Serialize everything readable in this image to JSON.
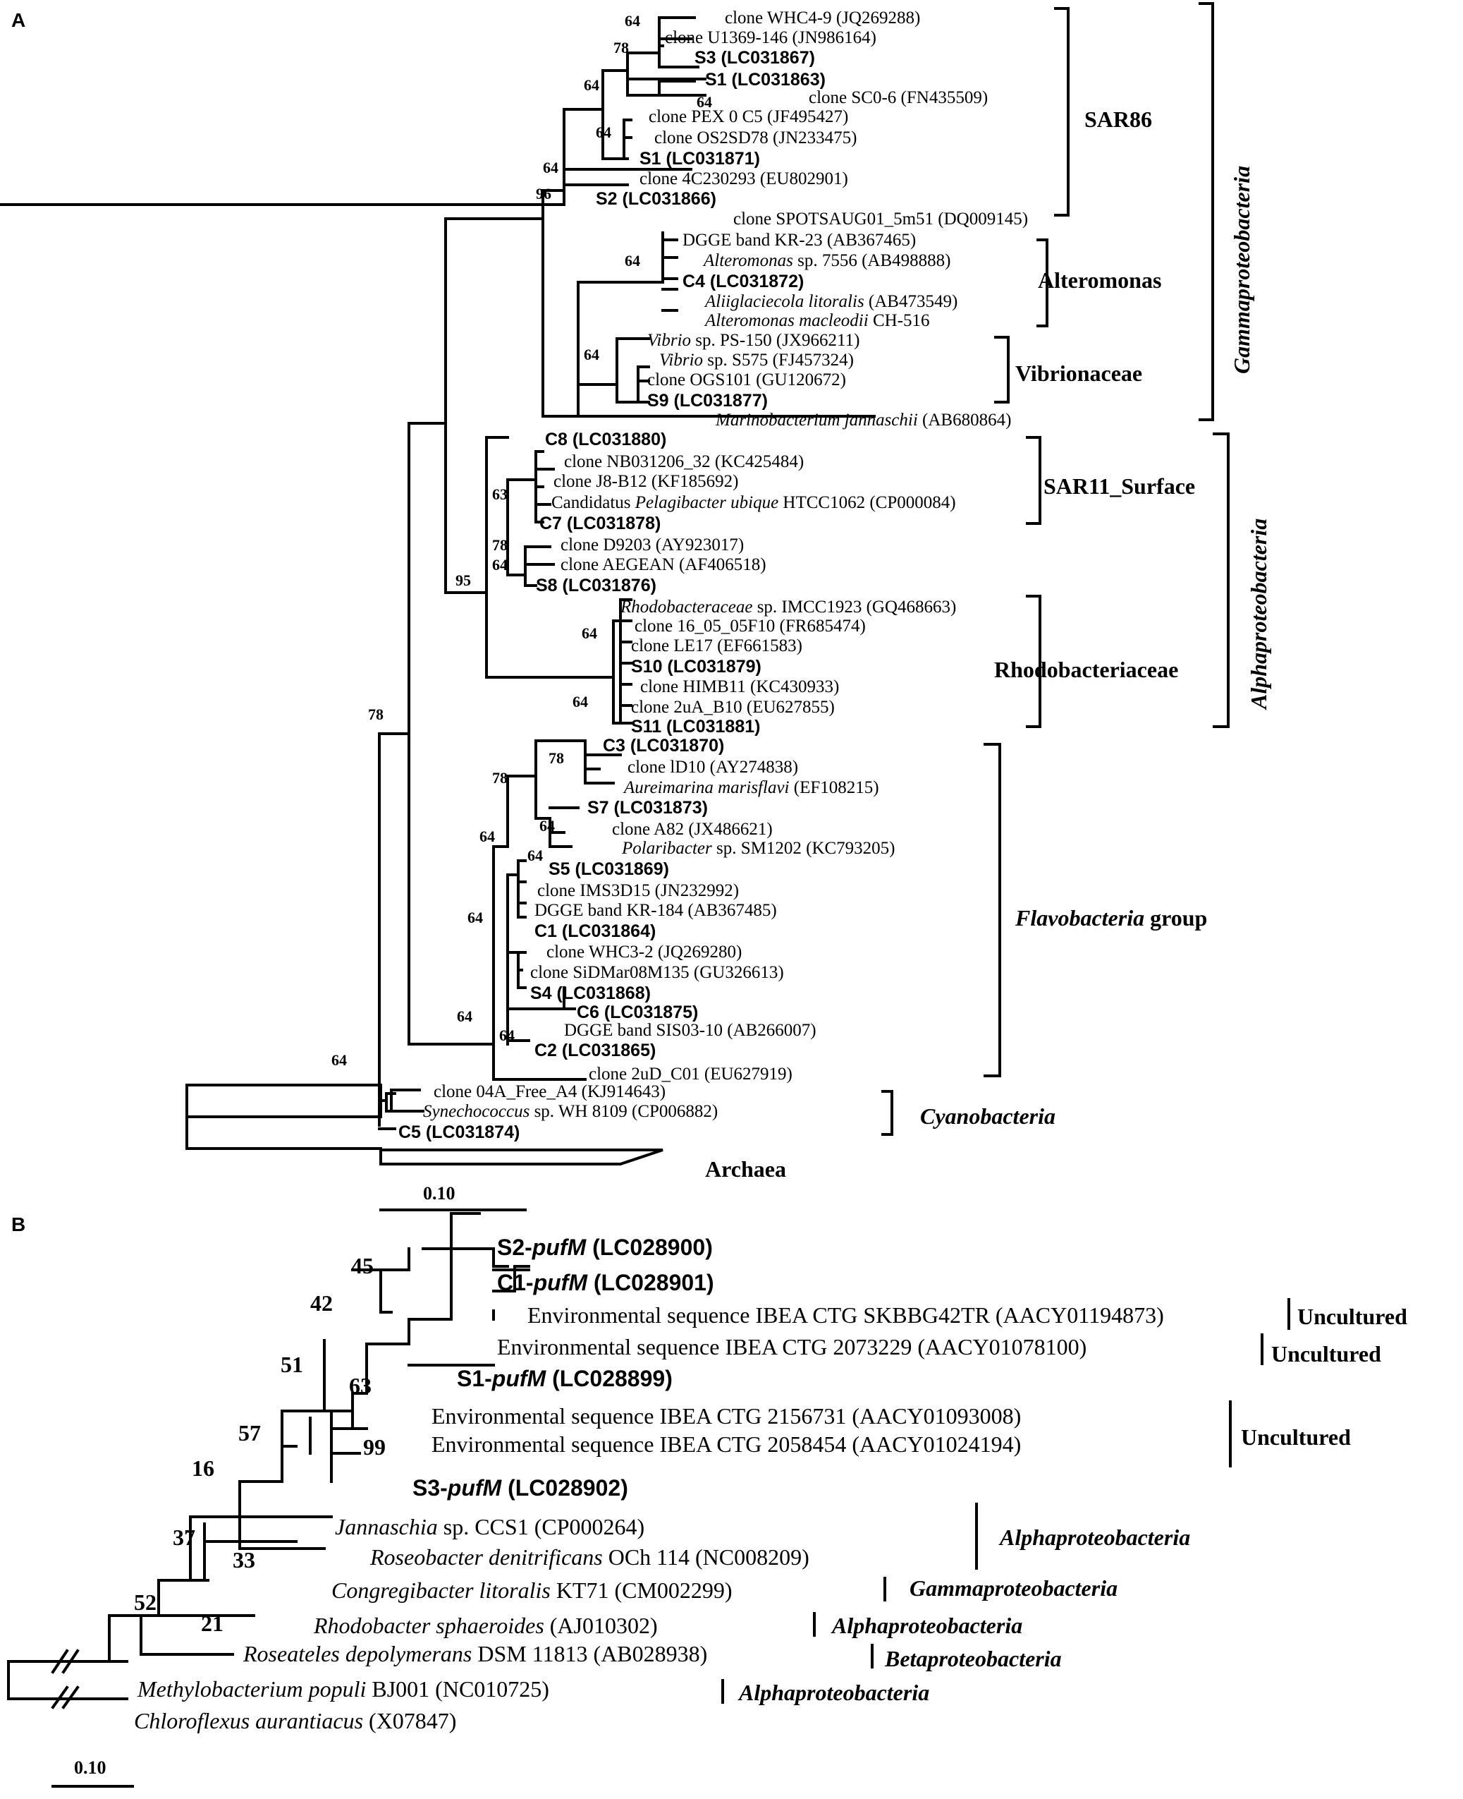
{
  "panel_a": {
    "label": "A",
    "scale_label": "0.10",
    "taxa": {
      "wch49": "clone WHC4-9 (JQ269288)",
      "u1369": "clone U1369-146 (JN986164)",
      "s3": "S3 (LC031867)",
      "s1a": "S1 (LC031863)",
      "sc06": "clone SC0-6 (FN435509)",
      "pex": "clone PEX 0 C5 (JF495427)",
      "os2": "clone OS2SD78 (JN233475)",
      "s1b": "S1 (LC031871)",
      "c4c": "clone 4C230293 (EU802901)",
      "s2": "S2 (LC031866)",
      "spots": "clone SPOTSAUG01_5m51 (DQ009145)",
      "kr23": "DGGE band KR-23 (AB367465)",
      "alt7556_i": "Alteromonas",
      "alt7556": " sp. 7556 (AB498888)",
      "c4": "C4 (LC031872)",
      "alii_i": "Aliiglaciecola litoralis",
      "alii": " (AB473549)",
      "altmac_i": "Alteromonas macleodii",
      "altmac": " CH-516",
      "vps_i": "Vibrio",
      "vps": " sp. PS-150 (JX966211)",
      "vs575_i": "Vibrio",
      "vs575": " sp. S575 (FJ457324)",
      "ogs": "clone OGS101 (GU120672)",
      "s9": "S9 (LC031877)",
      "marino_i": "Marinobacterium jannaschii",
      "marino": " (AB680864)",
      "c8": "C8 (LC031880)",
      "nb03": "clone NB031206_32 (KC425484)",
      "j8": "clone J8-B12 (KF185692)",
      "cand_a": "Candidatus ",
      "cand_i": "Pelagibacter ubique",
      "cand_b": " HTCC1062 (CP000084)",
      "c7": "C7 (LC031878)",
      "d9203": "clone D9203 (AY923017)",
      "aegean": "clone AEGEAN (AF406518)",
      "s8": "S8 (LC031876)",
      "rhodo_i": "Rhodobacteraceae",
      "rhodo": " sp. IMCC1923 (GQ468663)",
      "c16": "clone 16_05_05F10 (FR685474)",
      "le17": "clone LE17 (EF661583)",
      "s10": "S10 (LC031879)",
      "himb": "clone HIMB11 (KC430933)",
      "c2ua": "clone 2uA_B10 (EU627855)",
      "s11": "S11 (LC031881)",
      "c3": "C3 (LC031870)",
      "ld10": "clone lD10 (AY274838)",
      "aurei_i": "Aureimarina marisflavi",
      "aurei": " (EF108215)",
      "s7": "S7 (LC031873)",
      "a82": "clone A82 (JX486621)",
      "polari_i": "Polaribacter",
      "polari": " sp. SM1202 (KC793205)",
      "s5": "S5 (LC031869)",
      "ims": "clone IMS3D15 (JN232992)",
      "kr184": "DGGE band KR-184 (AB367485)",
      "c1": "C1 (LC031864)",
      "whc32": "clone WHC3-2 (JQ269280)",
      "sidm": "clone SiDMar08M135 (GU326613)",
      "s4": "S4 (LC031868)",
      "c6": "C6 (LC031875)",
      "sis": "DGGE band SIS03-10 (AB266007)",
      "c2": "C2 (LC031865)",
      "c2ud": "clone 2uD_C01 (EU627919)",
      "c04a": "clone 04A_Free_A4 (KJ914643)",
      "syn_i": "Synechococcus",
      "syn": " sp. WH 8109 (CP006882)",
      "c5": "C5 (LC031874)",
      "archaea": "Archaea"
    },
    "groups": {
      "sar86": "SAR86",
      "alteromonas": "Alteromonas",
      "vibrionaceae": "Vibrionaceae",
      "sar11": "SAR11_Surface",
      "rhodobacteriaceae": "Rhodobacteriaceae",
      "flavo_i": "Flavobacteria",
      "flavo": " group",
      "cyano": "Cyanobacteria",
      "gamma": "Gammaproteobacteria",
      "alpha": "Alphaproteobacteria"
    },
    "bootstrap": [
      "64",
      "78",
      "64",
      "64",
      "64",
      "96",
      "64",
      "64",
      "64",
      "95",
      "63",
      "78",
      "64",
      "64",
      "64",
      "78",
      "78",
      "64",
      "64",
      "64",
      "64",
      "64",
      "64",
      "78",
      "64"
    ]
  },
  "panel_b": {
    "label": "B",
    "scale_label": "0.10",
    "taxa": {
      "s2_a": "S2-",
      "s2_i": "pufM",
      "s2_b": " (LC028900)",
      "c1_a": "C1-",
      "c1_i": "pufM",
      "c1_b": " (LC028901)",
      "skbbg": "Environmental sequence IBEA CTG SKBBG42TR (AACY01194873)",
      "e2073": "Environmental sequence IBEA CTG 2073229 (AACY01078100)",
      "s1_a": "S1-",
      "s1_i": "pufM",
      "s1_b": " (LC028899)",
      "e2156": "Environmental sequence IBEA CTG 2156731 (AACY01093008)",
      "e2058": "Environmental sequence IBEA CTG 2058454 (AACY01024194)",
      "s3_a": "S3-",
      "s3_i": "pufM",
      "s3_b": " (LC028902)",
      "jann_i": "Jannaschia",
      "jann": " sp. CCS1 (CP000264)",
      "roseo_i": "Roseobacter denitrificans",
      "roseo": " OCh 114 (NC008209)",
      "congre_i": "Congregibacter litoralis",
      "congre": " KT71 (CM002299)",
      "rhodob_i": "Rhodobacter sphaeroides",
      "rhodob": " (AJ010302)",
      "roseat_i": "Roseateles depolymerans",
      "roseat": " DSM 11813 (AB028938)",
      "methyl_i": "Methylobacterium populi",
      "methyl": " BJ001 (NC010725)",
      "chloro_i": "Chloroflexus aurantiacus",
      "chloro": " (X07847)"
    },
    "groups": {
      "uncultured1": "Uncultured",
      "uncultured2": "Uncultured",
      "uncultured3": "Uncultured",
      "alpha1": "Alphaproteobacteria",
      "gamma": "Gammaproteobacteria",
      "alpha2": "Alphaproteobacteria",
      "beta": "Betaproteobacteria",
      "alpha3": "Alphaproteobacteria"
    },
    "bootstrap": [
      "45",
      "42",
      "51",
      "63",
      "57",
      "99",
      "16",
      "37",
      "33",
      "52",
      "21"
    ]
  }
}
